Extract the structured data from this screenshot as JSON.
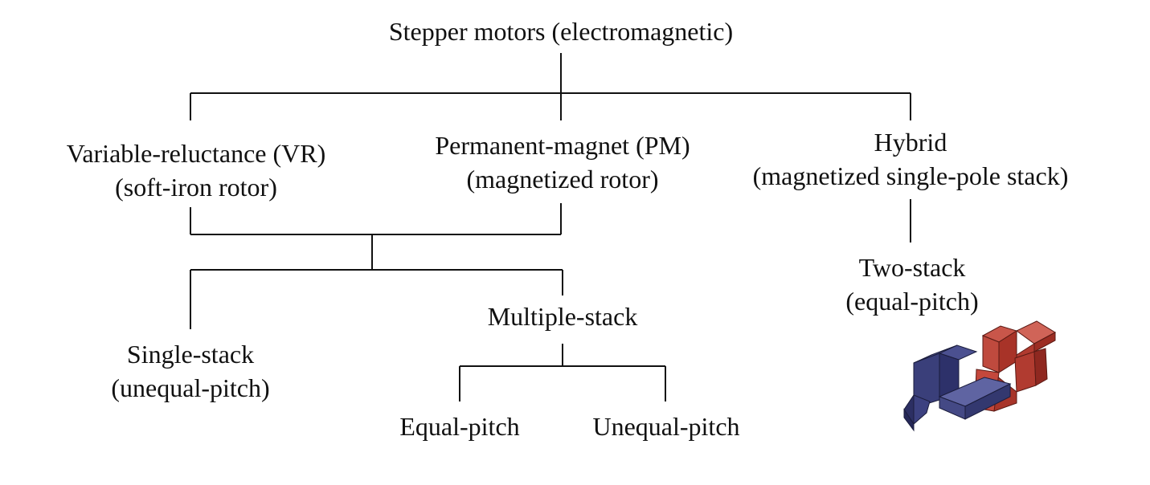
{
  "diagram": {
    "root": {
      "label": "Stepper motors (electromagnetic)"
    },
    "vr": {
      "line1": "Variable-reluctance (VR)",
      "line2": "(soft-iron rotor)"
    },
    "pm": {
      "line1": "Permanent-magnet (PM)",
      "line2": "(magnetized rotor)"
    },
    "hybrid": {
      "line1": "Hybrid",
      "line2": "(magnetized single-pole stack)"
    },
    "two_stack": {
      "line1": "Two-stack",
      "line2": "(equal-pitch)"
    },
    "single_stack": {
      "line1": "Single-stack",
      "line2": "(unequal-pitch)"
    },
    "multiple_stack": {
      "label": "Multiple-stack"
    },
    "equal_pitch": {
      "label": "Equal-pitch"
    },
    "unequal_pitch": {
      "label": "Unequal-pitch"
    },
    "colors": {
      "line": "#111111",
      "blue_stack": "#3a3f7a",
      "red_stack": "#b23a30"
    }
  }
}
